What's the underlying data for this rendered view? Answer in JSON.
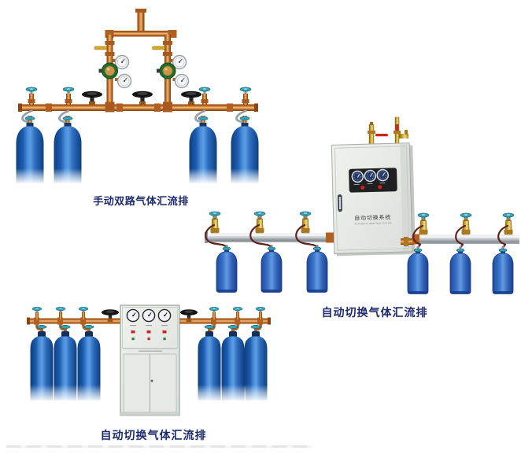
{
  "page": {
    "background_color": "#ffffff"
  },
  "products": [
    {
      "caption": "手动双路气体汇流排",
      "type": "manual-dual-manifold",
      "cylinder_count": 4
    },
    {
      "caption": "自动切换气体汇流排",
      "type": "auto-switch-wall-cabinet-manifold",
      "cabinet_label": "自动切换系统",
      "cabinet_sublabel": "AUTOMATIC MANIFOLD SYSTEM",
      "cylinder_count": 6
    },
    {
      "caption": "自动切换气体汇流排",
      "type": "auto-switch-floor-cabinet-manifold",
      "cylinder_count": 6
    }
  ],
  "colors": {
    "caption_text": "#1d2b6e",
    "copper_pipe": "#cb7a2e",
    "brass_fitting": "#d8b23a",
    "cylinder_blue": "#2a71c4",
    "teal_knob": "#35a2b6",
    "regulator_green": "#1f6e2d",
    "cabinet_gray": "#e8eae7",
    "handwheel_black": "#141414",
    "red_lever": "#cc2418"
  }
}
